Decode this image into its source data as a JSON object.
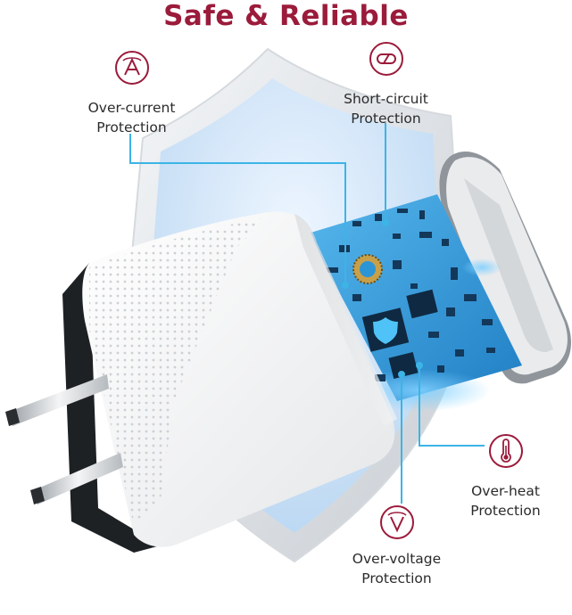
{
  "title": "Safe & Reliable",
  "colors": {
    "brand": "#9b1b3b",
    "callout_line": "#3cb4e6",
    "text": "#2b2b2b",
    "shield_inner": "#dcebfa",
    "pcb": "#2b95d6"
  },
  "features": [
    {
      "icon": "a-letter-icon",
      "line1": "Over-current",
      "line2": "Protection"
    },
    {
      "icon": "short-circuit-icon",
      "line1": "Short-circuit",
      "line2": "Protection"
    },
    {
      "icon": "thermometer-icon",
      "line1": "Over-heat",
      "line2": "Protection"
    },
    {
      "icon": "v-letter-icon",
      "line1": "Over-voltage",
      "line2": "Protection"
    }
  ]
}
